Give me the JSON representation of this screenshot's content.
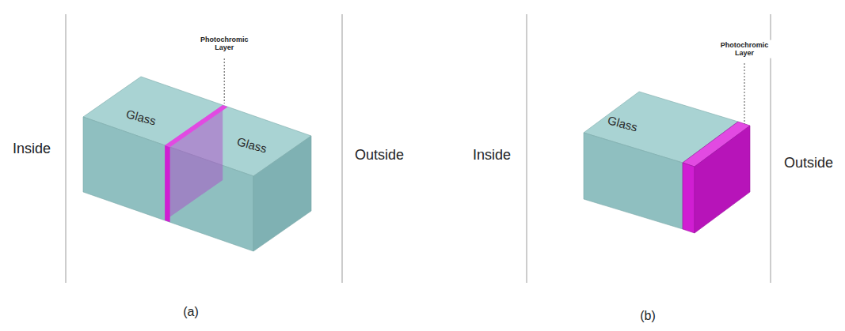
{
  "diagram": {
    "nodes": [
      {
        "text": [
          "Glass"
        ]
      },
      {
        "text": [
          "Glass"
        ]
      },
      {
        "text": [
          "Glass"
        ]
      }
    ],
    "labels": [
      "Inside",
      "Outside",
      "Photochromic Layer",
      "(a)",
      "Inside",
      "Outside",
      "Photochromic Layer",
      "(b)"
    ]
  }
}
